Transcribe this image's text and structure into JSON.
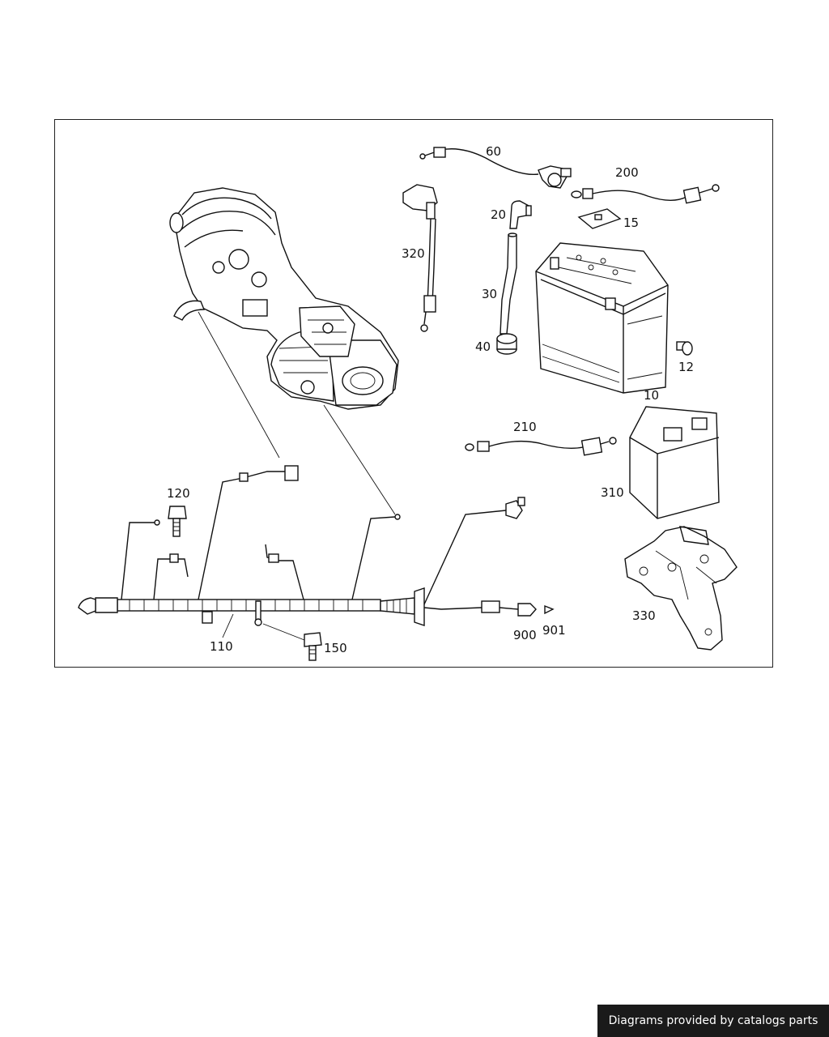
{
  "labels": {
    "p60": "60",
    "p200": "200",
    "p20": "20",
    "p15": "15",
    "p320": "320",
    "p30": "30",
    "p40": "40",
    "p12": "12",
    "p10": "10",
    "p210": "210",
    "p310": "310",
    "p120": "120",
    "p330": "330",
    "p110": "110",
    "p150": "150",
    "p900": "900",
    "p901": "901"
  },
  "footer": {
    "text": "Diagrams provided by catalogs parts"
  }
}
